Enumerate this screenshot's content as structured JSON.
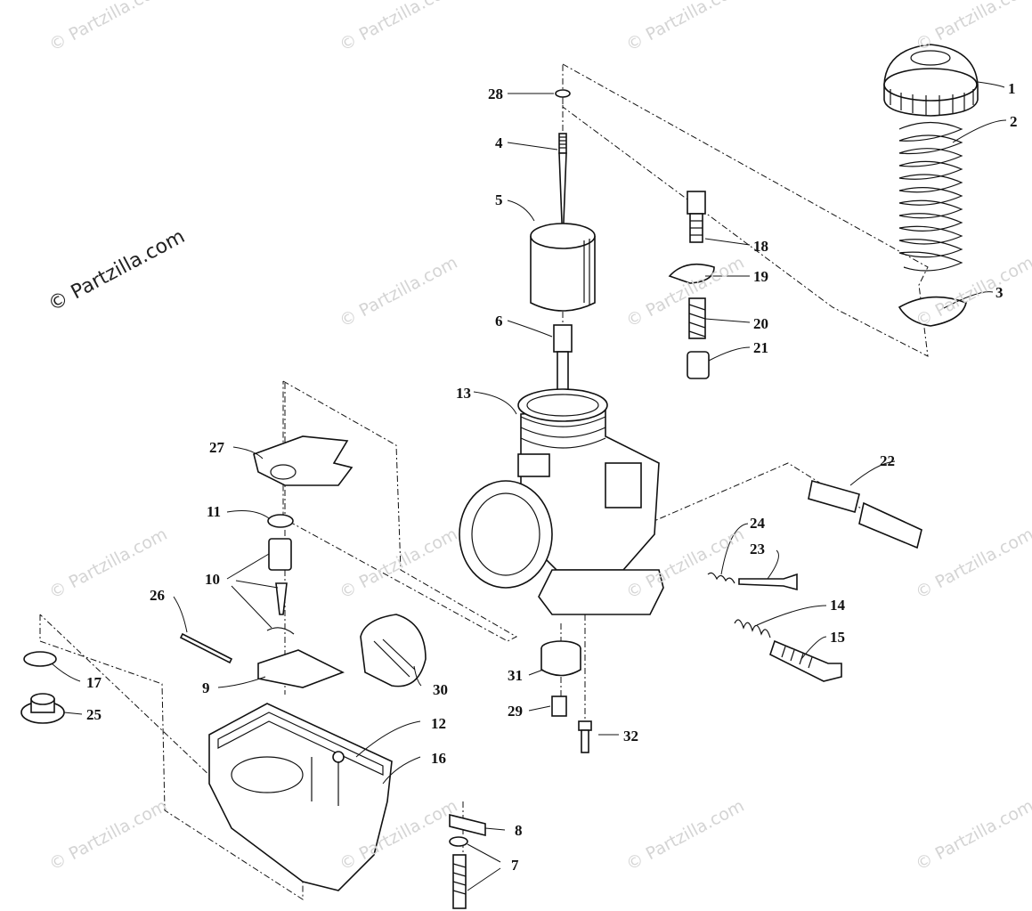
{
  "watermark": {
    "main": "© Partzilla.com",
    "tile": "© Partzilla.com"
  },
  "callouts": [
    "1",
    "2",
    "3",
    "4",
    "5",
    "6",
    "7",
    "8",
    "9",
    "10",
    "11",
    "12",
    "13",
    "14",
    "15",
    "16",
    "17",
    "18",
    "19",
    "20",
    "21",
    "22",
    "23",
    "24",
    "25",
    "26",
    "27",
    "28",
    "29",
    "30",
    "31",
    "32"
  ],
  "colors": {
    "line": "#111111",
    "watermark": "#d4d4d4",
    "background": "#ffffff"
  }
}
